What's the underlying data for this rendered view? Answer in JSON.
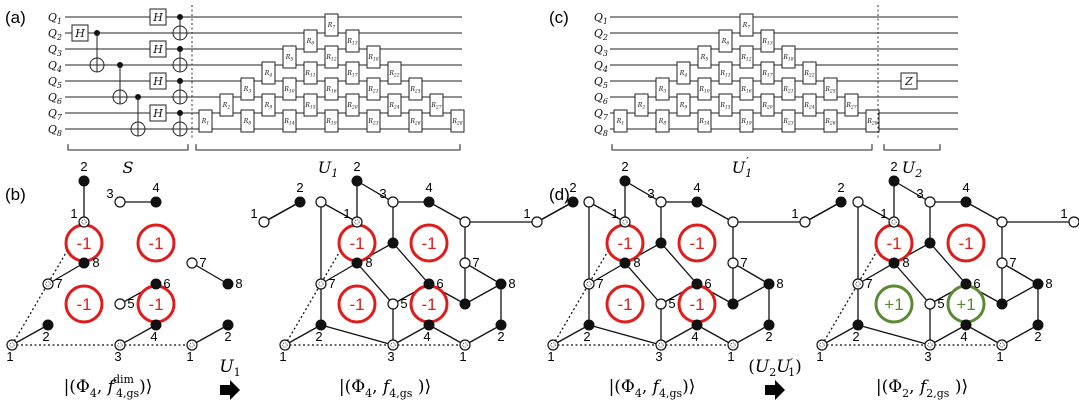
{
  "panel_labels": [
    "(a)",
    "(b)",
    "(c)",
    "(d)"
  ],
  "qubits": [
    "Q1",
    "Q2",
    "Q3",
    "Q4",
    "Q5",
    "Q6",
    "Q7",
    "Q8"
  ],
  "gates": {
    "hadamard": "H",
    "z": "Z"
  },
  "rgate_labels": [
    "R1",
    "R2",
    "R3",
    "R4",
    "R5",
    "R6",
    "R7",
    "R8",
    "R9",
    "R10",
    "R11",
    "R12",
    "R13",
    "R14",
    "R15",
    "R16",
    "R17",
    "R18",
    "R19",
    "R20",
    "R21",
    "R22",
    "R23",
    "R24",
    "R25",
    "R26",
    "R27",
    "R28"
  ],
  "brackets": {
    "S": "S",
    "U1": "U1",
    "U1p": "U1′",
    "U2": "U2"
  },
  "node_numbers": [
    "1",
    "2",
    "3",
    "4",
    "5",
    "6",
    "7",
    "8"
  ],
  "plaquette_values": {
    "minus": "-1",
    "plus": "+1"
  },
  "captions": {
    "b_left": "|(Φ4, f dim 4,gs)⟩",
    "b_right": "|(Φ4, f4,gs)⟩",
    "d_left": "|(Φ4, f4,gs)⟩",
    "d_right": "|(Φ2, f2,gs)⟩"
  },
  "arrow_labels": {
    "b": "U1",
    "d": "(U2 U1′)"
  },
  "colors": {
    "minus": "#e01c1c",
    "plus": "#5a8a36"
  }
}
